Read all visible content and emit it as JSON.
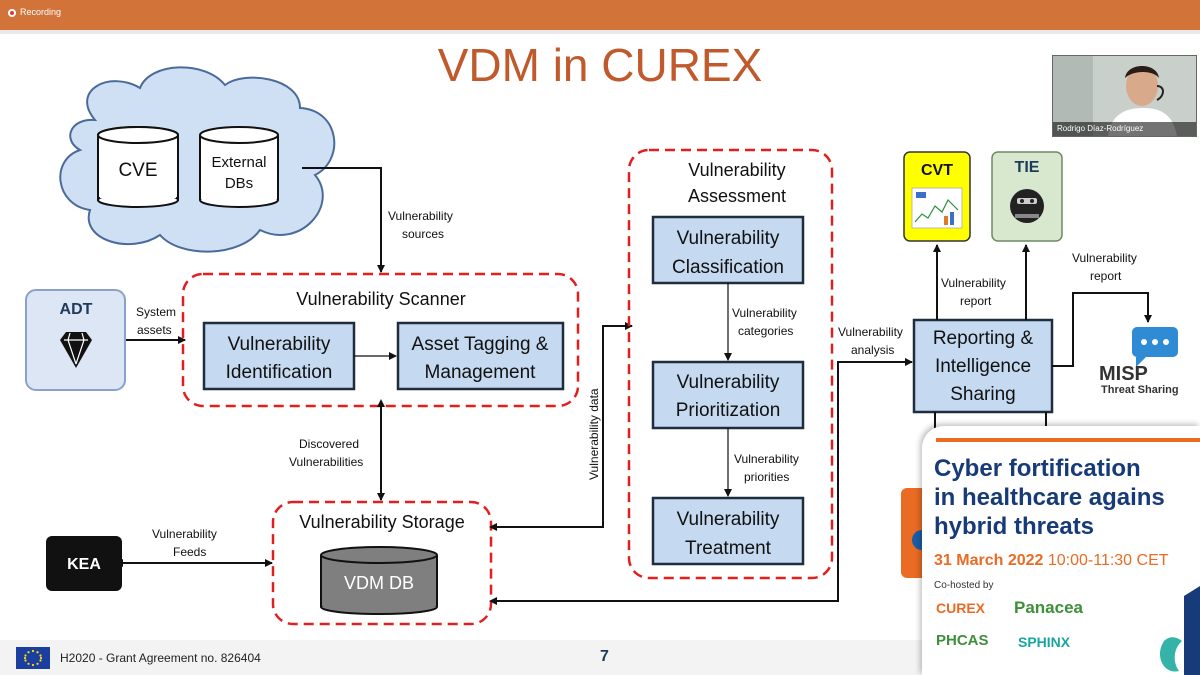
{
  "recording": {
    "label": "Recording"
  },
  "slide": {
    "title": "VDM in CUREX",
    "cloud": {
      "cve": "CVE",
      "external_1": "External",
      "external_2": "DBs"
    },
    "scanner": {
      "title": "Vulnerability Scanner",
      "identification_1": "Vulnerability",
      "identification_2": "Identification",
      "asset_1": "Asset Tagging &",
      "asset_2": "Management"
    },
    "assessment": {
      "title_1": "Vulnerability",
      "title_2": "Assessment",
      "classification_1": "Vulnerability",
      "classification_2": "Classification",
      "prioritization_1": "Vulnerability",
      "prioritization_2": "Prioritization",
      "treatment_1": "Vulnerability",
      "treatment_2": "Treatment"
    },
    "storage": {
      "title": "Vulnerability Storage",
      "db": "VDM DB"
    },
    "adt": "ADT",
    "kea": "KEA",
    "cvt": "CVT",
    "tie": "TIE",
    "reporting_1": "Reporting &",
    "reporting_2": "Intelligence",
    "reporting_3": "Sharing",
    "misp_1": "MISP",
    "misp_2": "Threat Sharing",
    "labels": {
      "vuln_sources_1": "Vulnerability",
      "vuln_sources_2": "sources",
      "system_assets_1": "System",
      "system_assets_2": "assets",
      "discovered_1": "Discovered",
      "discovered_2": "Vulnerabilities",
      "feeds_1": "Vulnerability",
      "feeds_2": "Feeds",
      "vuln_data": "Vulnerability data",
      "categories_1": "Vulnerability",
      "categories_2": "categories",
      "priorities_1": "Vulnerability",
      "priorities_2": "priorities",
      "analysis_1": "Vulnerability",
      "analysis_2": "analysis",
      "report_left_1": "Vulnerability",
      "report_left_2": "report",
      "report_right_1": "Vulnerability",
      "report_right_2": "report"
    },
    "footer": {
      "grant": "H2020 - Grant Agreement no. 826404",
      "page": "7"
    }
  },
  "webcam": {
    "name": "Rodrigo Díaz-Rodríguez"
  },
  "banner": {
    "headline_1": "Cyber fortification",
    "headline_2": "in healthcare agains",
    "headline_3": "hybrid threats",
    "date": "31 March 2022",
    "time": "10:00-11:30 CET",
    "cohosted": "Co-hosted by",
    "logos": [
      "CUREX",
      "Panacea",
      "PHCAS",
      "SPHINX"
    ]
  },
  "colors": {
    "accent_orange": "#d2733a",
    "title_orange": "#c0592c",
    "box_fill": "#c5d9f1",
    "box_stroke": "#1f2d3d",
    "dash_red": "#e02020",
    "cvt_yellow": "#ffff00",
    "tie_green": "#d7e8cf",
    "banner_blue": "#173a78"
  }
}
